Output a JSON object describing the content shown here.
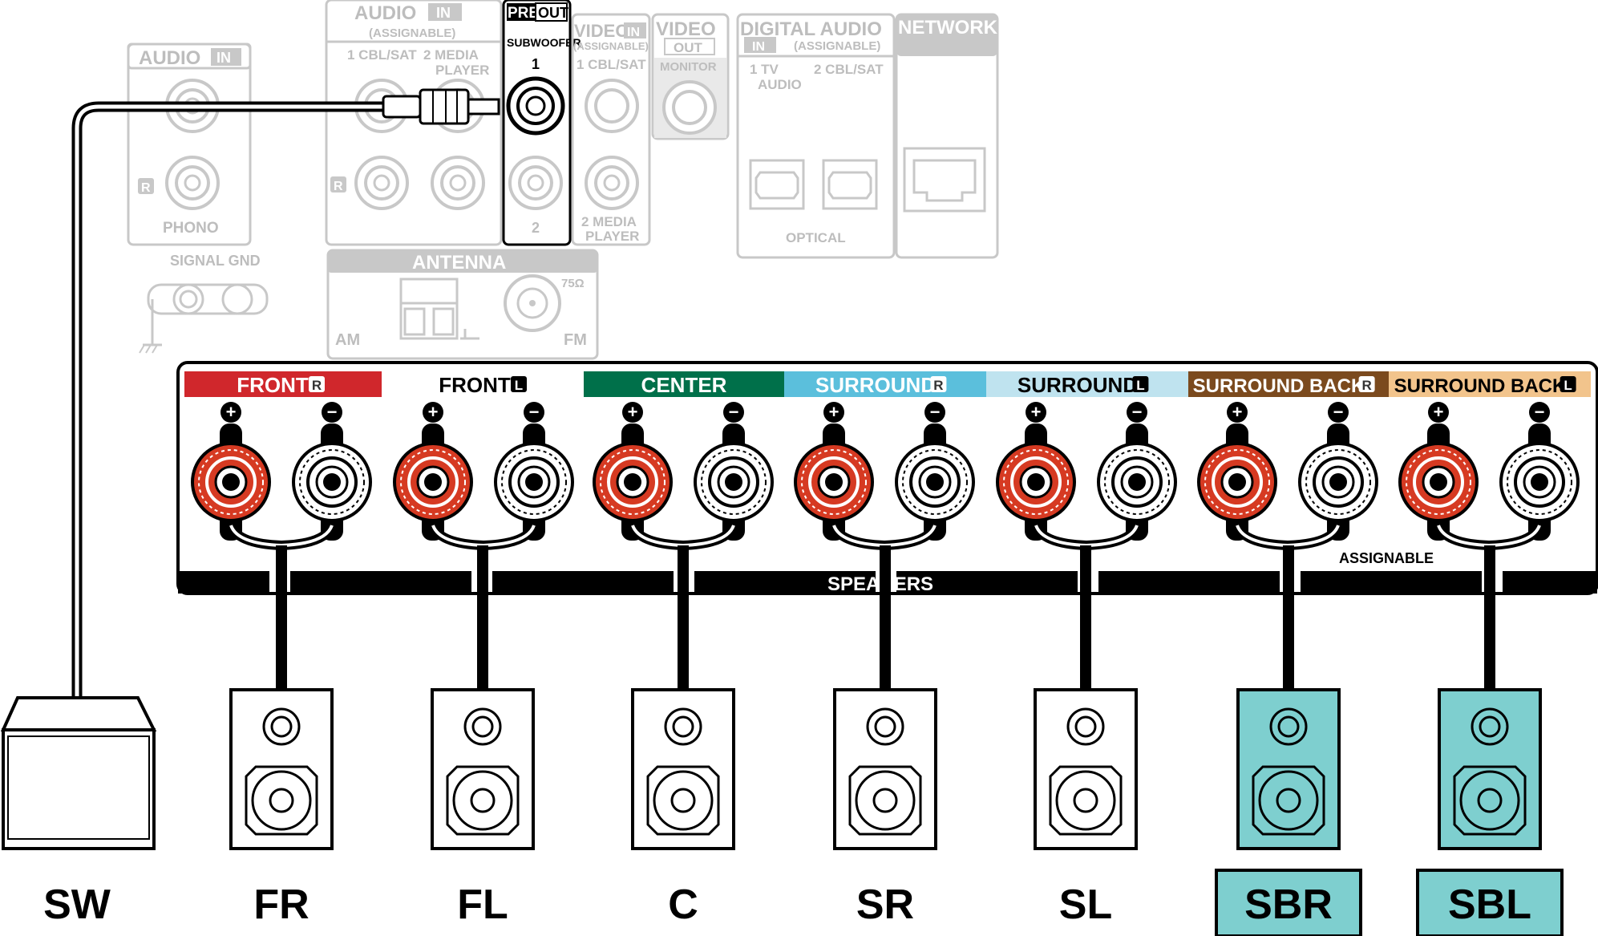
{
  "colors": {
    "front_r": "#d0272c",
    "center": "#00704a",
    "surround_r": "#5bbfdc",
    "surround_l": "#bfe3ef",
    "surround_back_r": "#7b4a1e",
    "surround_back_l": "#f2c48c",
    "highlight_speaker": "#7ecfcf",
    "faded": "#c8c8c8",
    "terminal_red": "#d63a22"
  },
  "back_panel": {
    "audio_in_left": {
      "title": "AUDIO",
      "badge": "IN",
      "r_mark": "R",
      "phono": "PHONO"
    },
    "signal_gnd": "SIGNAL GND",
    "audio_in": {
      "title": "AUDIO",
      "badge": "IN",
      "assignable": "(ASSIGNABLE)",
      "input1": "1 CBL/SAT",
      "input2_line1": "2  MEDIA",
      "input2_line2": "PLAYER",
      "r_mark": "R"
    },
    "pre_out": {
      "title_pre": "PRE",
      "title_out": "OUT",
      "subwoofer": "SUBWOOFER",
      "port1": "1",
      "port2": "2"
    },
    "video_in": {
      "title": "VIDEO",
      "badge": "IN",
      "assignable": "(ASSIGNABLE)",
      "input1": "1 CBL/SAT",
      "input2_line1": "2 MEDIA",
      "input2_line2": "PLAYER"
    },
    "video_out": {
      "title": "VIDEO",
      "badge": "OUT",
      "monitor": "MONITOR"
    },
    "digital_audio": {
      "title": "DIGITAL AUDIO",
      "badge": "IN",
      "assignable": "(ASSIGNABLE)",
      "input1_line1": "1  TV",
      "input1_line2": "AUDIO",
      "input2": "2 CBL/SAT",
      "optical": "OPTICAL"
    },
    "network": {
      "title": "NETWORK"
    },
    "antenna": {
      "title": "ANTENNA",
      "am": "AM",
      "fm": "FM",
      "ohm": "75Ω"
    }
  },
  "speaker_panel": {
    "channels": [
      {
        "label": "FRONT",
        "side": "R"
      },
      {
        "label": "FRONT",
        "side": "L"
      },
      {
        "label": "CENTER",
        "side": ""
      },
      {
        "label": "SURROUND",
        "side": "R"
      },
      {
        "label": "SURROUND",
        "side": "L"
      },
      {
        "label": "SURROUND BACK",
        "side": "R"
      },
      {
        "label": "SURROUND BACK",
        "side": "L"
      }
    ],
    "plus": "+",
    "minus": "−",
    "speakers_label": "SPEAKERS",
    "assignable": "ASSIGNABLE"
  },
  "speakers": [
    {
      "code": "SW"
    },
    {
      "code": "FR"
    },
    {
      "code": "FL"
    },
    {
      "code": "C"
    },
    {
      "code": "SR"
    },
    {
      "code": "SL"
    },
    {
      "code": "SBR"
    },
    {
      "code": "SBL"
    }
  ]
}
